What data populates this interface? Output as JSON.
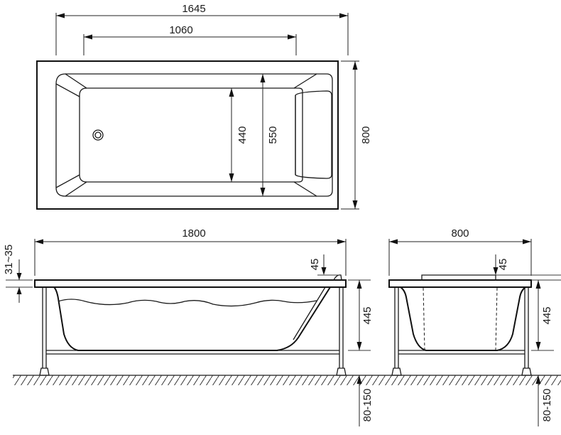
{
  "drawing": {
    "top_view": {
      "overall_length_label": "1645",
      "inner_length_label": "1060",
      "inner_width_label": "440",
      "bowl_width_label": "550",
      "overall_width_label": "800"
    },
    "side_view": {
      "overall_length_label": "1800",
      "rim_thickness_label": "31~35",
      "headrest_height_label": "45",
      "depth_label": "445",
      "leg_height_label": "80-150"
    },
    "end_view": {
      "overall_width_label": "800",
      "headrest_height_label": "45",
      "depth_label": "445",
      "leg_height_label": "80-150"
    },
    "colors": {
      "line": "#1a1a1a",
      "background": "#ffffff"
    }
  }
}
